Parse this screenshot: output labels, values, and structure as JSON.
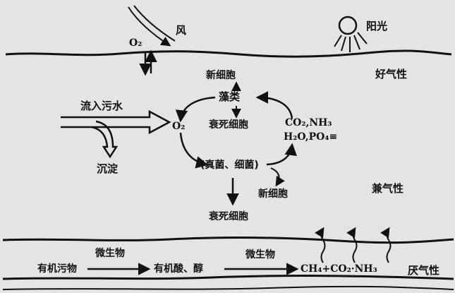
{
  "zones": {
    "aerobic": "好气性",
    "facultative": "兼气性",
    "anaerobic": "厌气性"
  },
  "surface": {
    "wind": "风",
    "sunlight": "阳光",
    "oxygen_label": "O₂"
  },
  "cycle": {
    "new_cells_top": "新细胞",
    "algae": "藻类",
    "dead_cells_top": "衰死细胞",
    "oxygen": "O₂",
    "nutrients_line1": "CO₂,NH₃",
    "nutrients_line2": "H₂O,PO₄≡",
    "fungi_bacteria": "(真菌、细菌)",
    "new_cells_bottom": "新细胞",
    "dead_cells_bottom": "衰死细胞"
  },
  "inflow": {
    "wastewater": "流入污水",
    "sediment": "沉淀"
  },
  "anaerobic_chain": {
    "organic_matter": "有机污物",
    "microbes_1": "微生物",
    "acids_alcohols": "有机酸、醇",
    "microbes_2": "微生物",
    "products": "CH₄+CO₂·NH₃"
  }
}
